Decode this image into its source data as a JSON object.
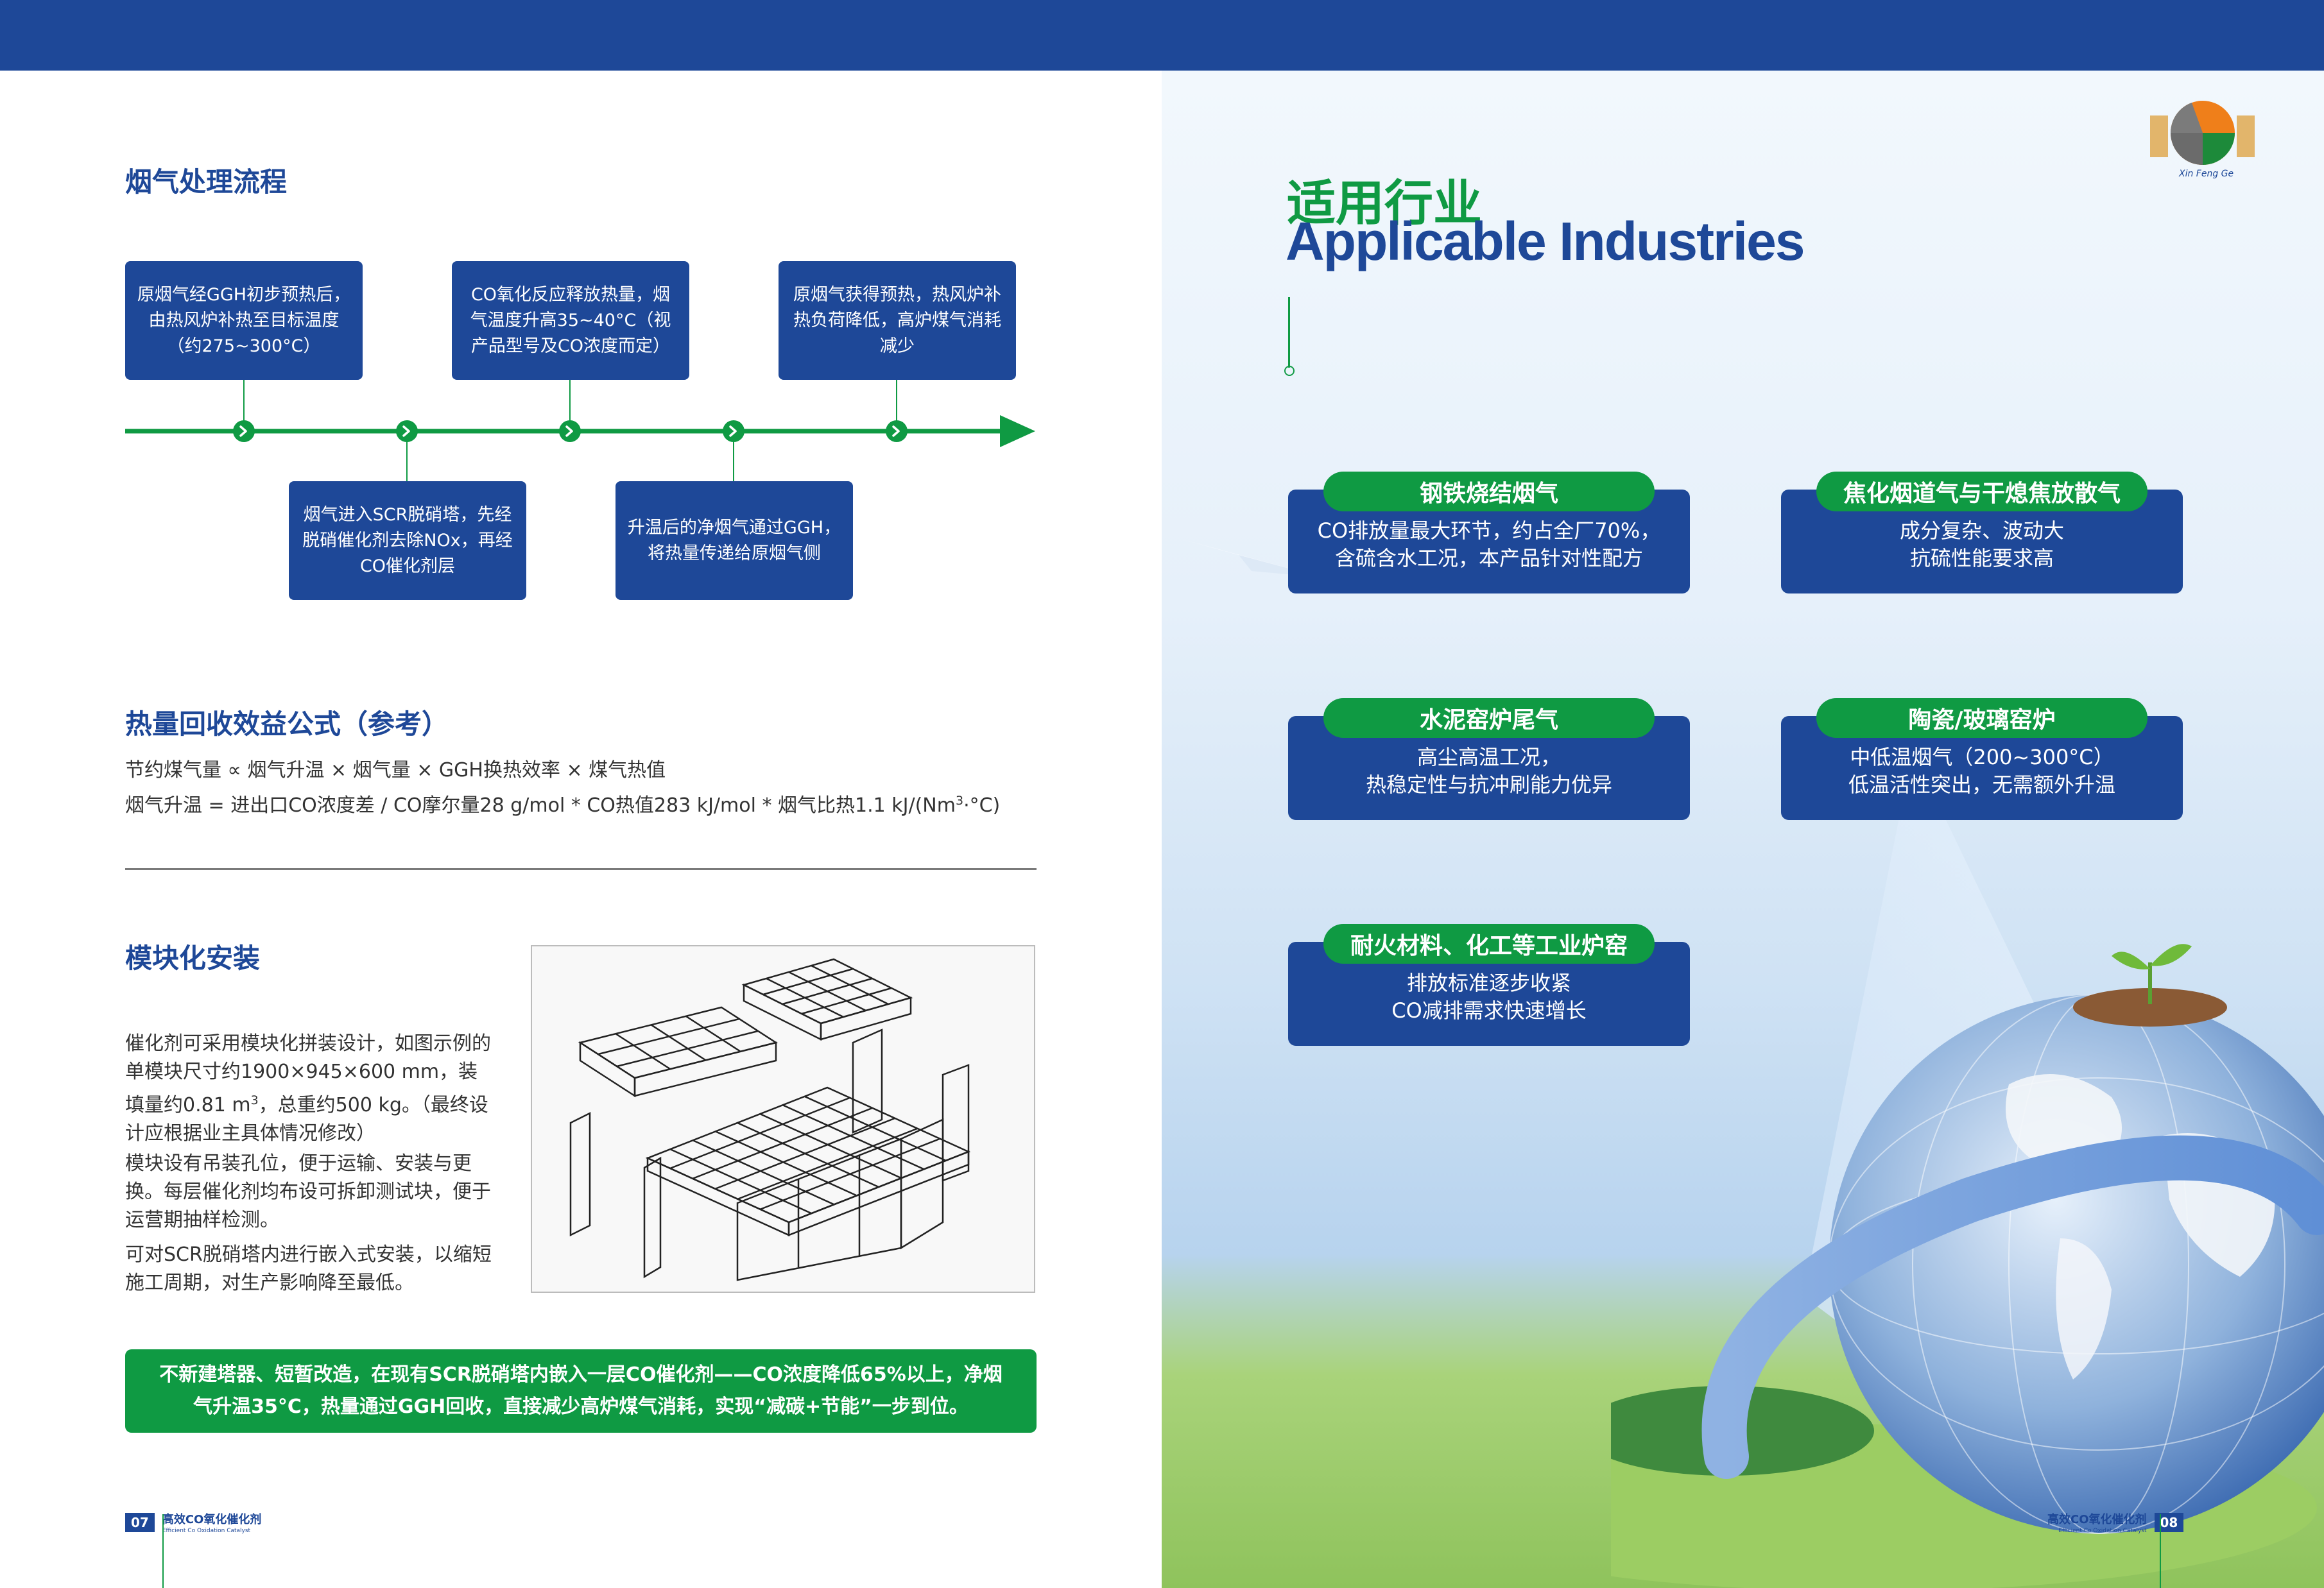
{
  "left_page": {
    "flow": {
      "title": "烟气处理流程",
      "steps_top": [
        "原烟气经GGH初步预热后，由热风炉补热至目标温度（约275~300°C）",
        "CO氧化反应释放热量，烟气温度升高35~40°C（视产品型号及CO浓度而定）",
        "原烟气获得预热，热风炉补热负荷降低，高炉煤气消耗减少"
      ],
      "steps_bottom": [
        "烟气进入SCR脱硝塔，先经脱硝催化剂去除NOx，再经CO催化剂层",
        "升温后的净烟气通过GGH，将热量传递给原烟气侧"
      ]
    },
    "formula": {
      "title": "热量回收效益公式（参考）",
      "line1": "节约煤气量 ∝ 烟气升温 × 烟气量 × GGH换热效率 × 煤气热值",
      "line2_main": "烟气升温 = 进出口CO浓度差 / CO摩尔量28 g/mol * CO热值283 kJ/mol * 烟气比热1.1 kJ/(Nm",
      "line2_sup": "3",
      "line2_tail": "·°C)"
    },
    "module": {
      "title": "模块化安装",
      "p1_a": "催化剂可采用模块化拼装设计，如图示例的单模块尺寸约1900×945×600 mm，装填量约0.81 m",
      "p1_sup": "3",
      "p1_b": "，总重约500 kg。（最终设计应根据业主具体情况修改）",
      "p2": "模块设有吊装孔位，便于运输、安装与更换。每层催化剂均布设可拆卸测试块，便于运营期抽样检测。",
      "p3": "可对SCR脱硝塔内进行嵌入式安装，以缩短施工周期，对生产影响降至最低。"
    },
    "banner": "不新建塔器、短暂改造，在现有SCR脱硝塔内嵌入一层CO催化剂——CO浓度降低65%以上，净烟气升温35°C，热量通过GGH回收，直接减少高炉煤气消耗，实现“减碳+节能”一步到位。",
    "footer": {
      "page": "07",
      "product_cn": "高效CO氧化催化剂",
      "product_en": "Efficient Co Oxidation Catalyst"
    }
  },
  "right_page": {
    "title_cn": "适用行业",
    "title_en": "Applicable Industries",
    "logo_text": "Xin Feng Ge",
    "industries": [
      {
        "tag": "钢铁烧结烟气",
        "lines": [
          "CO排放量最大环节，约占全厂70%，",
          "含硫含水工况，本产品针对性配方"
        ]
      },
      {
        "tag": "焦化烟道气与干熄焦放散气",
        "lines": [
          "成分复杂、波动大",
          "抗硫性能要求高"
        ]
      },
      {
        "tag": "水泥窑炉尾气",
        "lines": [
          "高尘高温工况，",
          "热稳定性与抗冲刷能力优异"
        ]
      },
      {
        "tag": "陶瓷/玻璃窑炉",
        "lines": [
          "中低温烟气（200~300°C）",
          "低温活性突出，无需额外升温"
        ]
      },
      {
        "tag": "耐火材料、化工等工业炉窑",
        "lines": [
          "排放标准逐步收紧",
          "CO减排需求快速增长"
        ]
      }
    ],
    "footer": {
      "page": "08",
      "product_cn": "高效CO氧化催化剂",
      "product_en": "Efficient Co Oxidation Catalyst"
    }
  }
}
